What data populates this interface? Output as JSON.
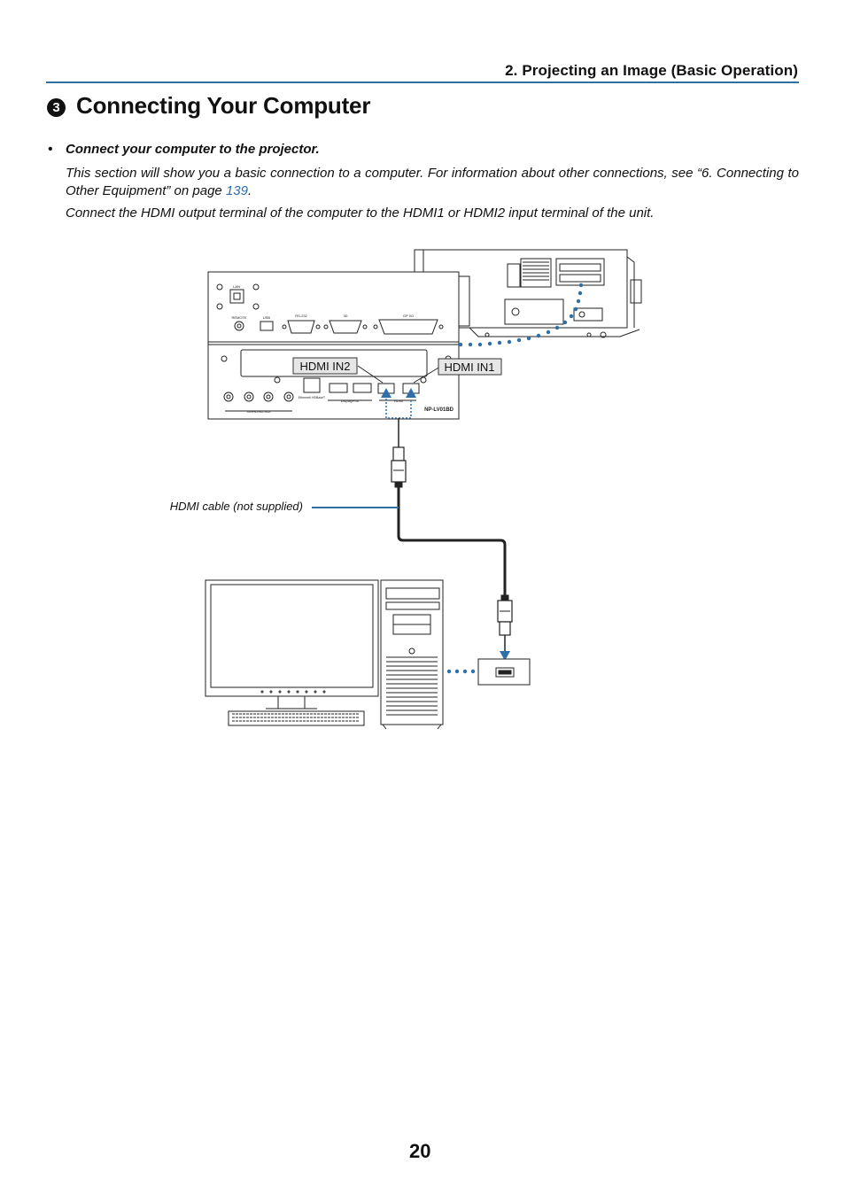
{
  "header": {
    "chapter": "2. Projecting an Image (Basic Operation)"
  },
  "section": {
    "number": "3",
    "title": "Connecting Your Computer"
  },
  "bullet": {
    "mark": "•",
    "text": "Connect your computer to the projector."
  },
  "paragraph1": {
    "text_before": "This section will show you a basic connection to a computer. For information about other connections, see “6. Connecting to Other Equipment” on page ",
    "link": "139",
    "text_after": "."
  },
  "paragraph2": "Connect the HDMI output terminal of the computer to the HDMI1 or HDMI2 input terminal of the unit.",
  "diagram": {
    "label_hdmi_in2": "HDMI IN2",
    "label_hdmi_in1": "HDMI IN1",
    "cable_label": "HDMI cable (not supplied)",
    "board_model": "NP-LV01BD",
    "port_lan": "LAN",
    "port_remote": "REMOTE",
    "port_usb": "USB",
    "port_rs232": "RS-232",
    "port_3d": "3D",
    "port_gpio": "GP I/O",
    "port_hdbaset": "Ethernet/ HDBaseT",
    "port_displayport": "DisplayPort",
    "port_hdmi": "HDMI",
    "port_sdi": "3G/HD/SD-SDI"
  },
  "accent_color": "#2f6fa8",
  "page_number": "20"
}
